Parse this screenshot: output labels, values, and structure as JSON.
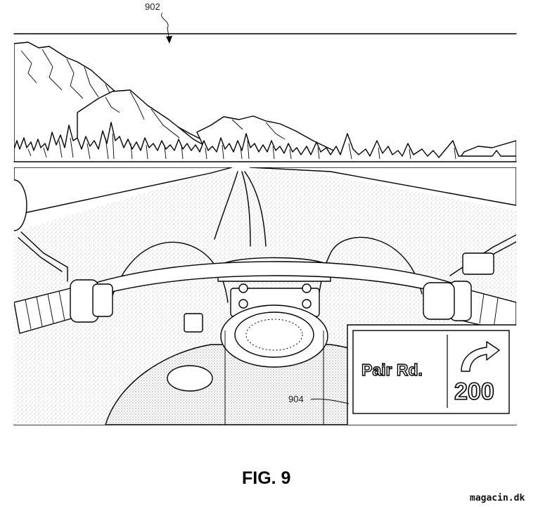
{
  "figure": {
    "ref_top": "902",
    "ref_hud": "904",
    "caption": "FIG. 9",
    "watermark": "magacin.dk"
  },
  "hud": {
    "street_name": "Pair Rd.",
    "distance": "200",
    "turn_icon": "turn-right-arrow-icon"
  },
  "colors": {
    "line": "#000000",
    "background": "#ffffff",
    "stipple": "#d6d6d6"
  }
}
